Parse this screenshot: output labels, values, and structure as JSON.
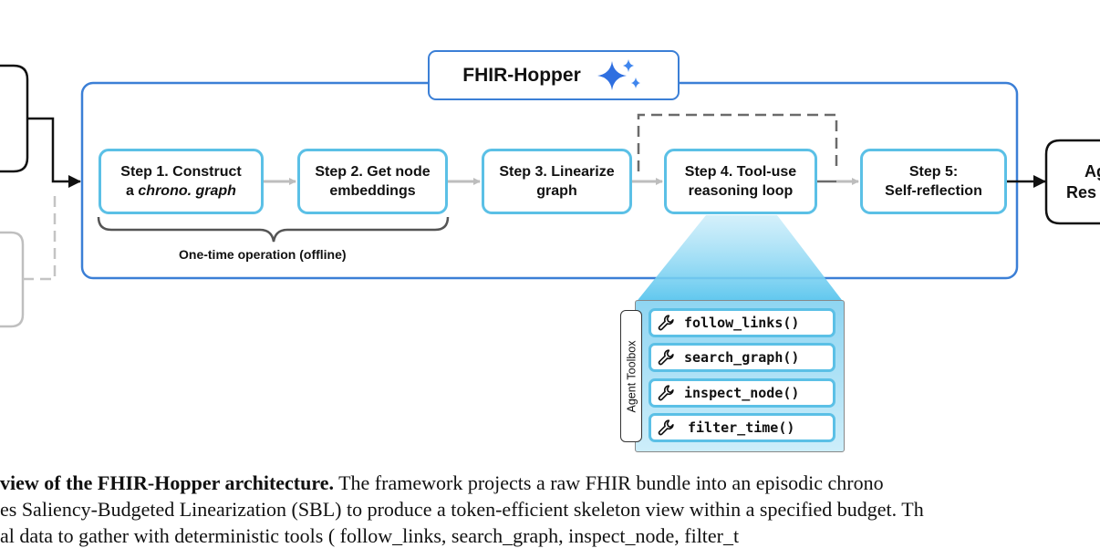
{
  "title": "FHIR-Hopper",
  "steps": [
    {
      "line1": "Step 1. Construct",
      "line2_prefix": "a ",
      "line2_italic": "chrono. graph"
    },
    {
      "line1": "Step 2. Get node",
      "line2": "embeddings"
    },
    {
      "line1": "Step 3. Linearize",
      "line2": "graph"
    },
    {
      "line1": "Step 4. Tool-use",
      "line2": "reasoning loop"
    },
    {
      "line1": "Step 5:",
      "line2": "Self-reflection"
    }
  ],
  "offline_label": "One-time operation (offline)",
  "output_box": {
    "line1": "Ag",
    "line2": "Res"
  },
  "toolbox": {
    "label": "Agent Toolbox",
    "tools": [
      "follow_links()",
      "search_graph()",
      "inspect_node()",
      "filter_time()"
    ]
  },
  "icons": {
    "sparkle": "sparkle-icon",
    "wrench": "wrench-icon"
  },
  "colors": {
    "frame": "#3b7fd6",
    "step_border": "#5bc0e6",
    "toolbox_fill": "#8fd5f2",
    "sparkle": "#2f6fe0"
  },
  "caption": {
    "line1_bold": "view of the FHIR-Hopper architecture.",
    "line1_rest": " The framework projects a raw FHIR bundle into an episodic chrono",
    "line2": "es Saliency-Budgeted Linearization (SBL) to produce a token-efficient skeleton view within a specified budget. Th",
    "line3": "al data to gather with deterministic tools ( follow_links, search_graph, inspect_node, filter_t"
  }
}
